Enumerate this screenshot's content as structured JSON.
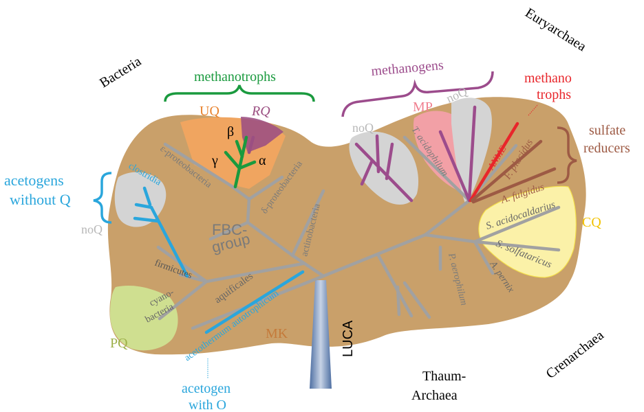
{
  "domains": {
    "bacteria": "Bacteria",
    "euryarchaea": "Euryarchaea",
    "crenarchaea": "Crenarchaea",
    "thaum_line1": "Thaum-",
    "thaum_line2": "Archaea"
  },
  "groups": {
    "methanotrophs": "methanotrophs",
    "methanogens": "methanogens",
    "methano_trophs_line1": "methano",
    "methano_trophs_line2": "trophs",
    "sulfate_line1": "sulfate",
    "sulfate_line2": "reducers",
    "acetogens_line1": "acetogens",
    "acetogens_line2": "without Q",
    "acetogen_o_line1": "acetogen",
    "acetogen_o_line2": "with O"
  },
  "quinones": {
    "uq": "UQ",
    "rq": "RQ",
    "mp": "MP",
    "noq_bacteria": "noQ",
    "noq_methanogen_left": "noQ",
    "noq_methanogen_right": "noQ",
    "cq": "CQ",
    "pq": "PQ",
    "mk": "MK"
  },
  "taxa": {
    "eps": "ε-proteobacteria",
    "delta": "δ-proteobacteria",
    "actino": "actinobacteria",
    "fbc_line1": "FBC-",
    "fbc_line2": "group",
    "firmicutes": "firmicutes",
    "cyano_line1": "cyano-",
    "cyano_line2": "bacteria",
    "aquificales": "aquificales",
    "acetotherm": "acetothermum autotrophicum",
    "clostridia": "clostridia",
    "t_acido": "T. acidophilum",
    "anme": "ANME",
    "f_placidus": "F. placidus",
    "a_fulgidus": "A. fulgidus",
    "s_acido": "S. acidocaldarius",
    "s_solfa": "S. solfataricus",
    "a_pernix": "A. pernix",
    "p_aero": "P. aerophilum",
    "luca": "LUCA",
    "greek_beta": "β",
    "greek_gamma": "γ",
    "greek_alpha": "α"
  },
  "colors": {
    "tan_body": "#c9a06a",
    "branch_gray": "#a1a1a1",
    "noq_gray": "#d4d4d4",
    "uq_orange": "#f0a560",
    "rq_purple": "#9b4f82",
    "mp_pink": "#f2a0a6",
    "cq_yellow": "#fbf1a8",
    "pq_green": "#cfdf90",
    "clostridia_blue": "#2aa6dc",
    "methanotroph_green": "#1a9a3e",
    "methanogen_purple": "#9c4c8c",
    "methanotroph_red": "#e8262b",
    "sulfate_brown": "#9d5a44"
  }
}
